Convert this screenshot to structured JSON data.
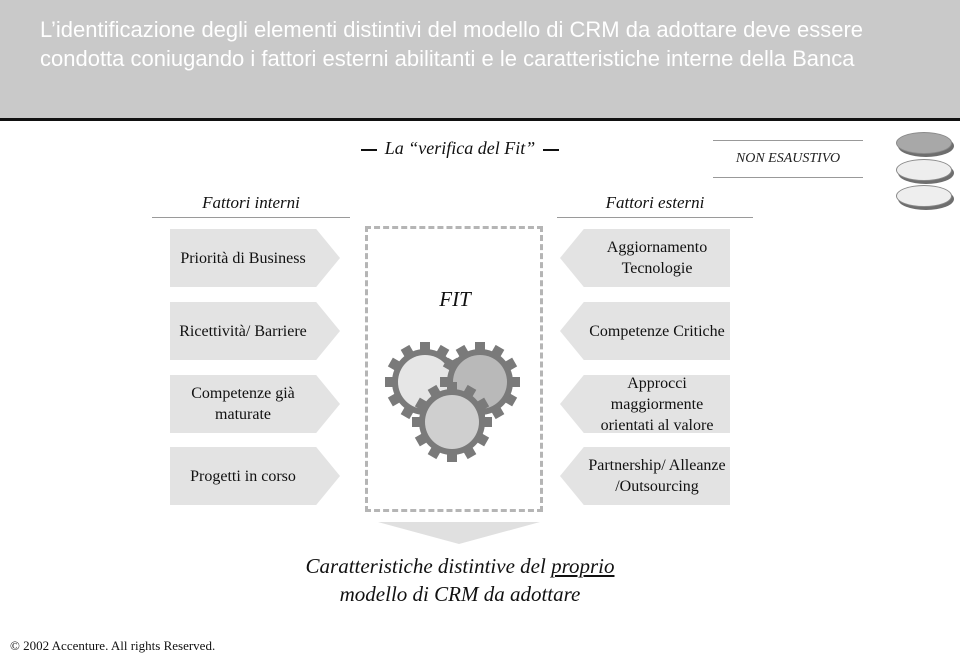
{
  "title": "L’identificazione degli elementi distintivi del modello di CRM da adottare deve essere condotta coniugando i fattori esterni abilitanti e le caratteristiche interne della Banca",
  "fit_heading": "La “verifica del Fit”",
  "non_esaustivo": "NON ESAUSTIVO",
  "internal": {
    "heading": "Fattori interni",
    "items": [
      "Priorità di Business",
      "Ricettività/ Barriere",
      "Competenze già maturate",
      "Progetti in corso"
    ]
  },
  "external": {
    "heading": "Fattori esterni",
    "items": [
      "Aggiornamento Tecnologie",
      "Competenze Critiche",
      "Approcci maggiormente orientati al valore",
      "Partnership/ Alleanze /Outsourcing"
    ]
  },
  "fit_label": "FIT",
  "bottom": {
    "line1_before": "Caratteristiche distintive del ",
    "line1_underlined": "proprio",
    "line2": "modello di CRM da adottare"
  },
  "footer": "© 2002 Accenture. All rights Reserved.",
  "colors": {
    "header_bg": "#c9c9c9",
    "box_bg": "#e3e3e3",
    "gear": "#c8c8c8"
  },
  "icons": [
    "gears-icon",
    "nav-circle-icon",
    "down-arrow-icon"
  ]
}
